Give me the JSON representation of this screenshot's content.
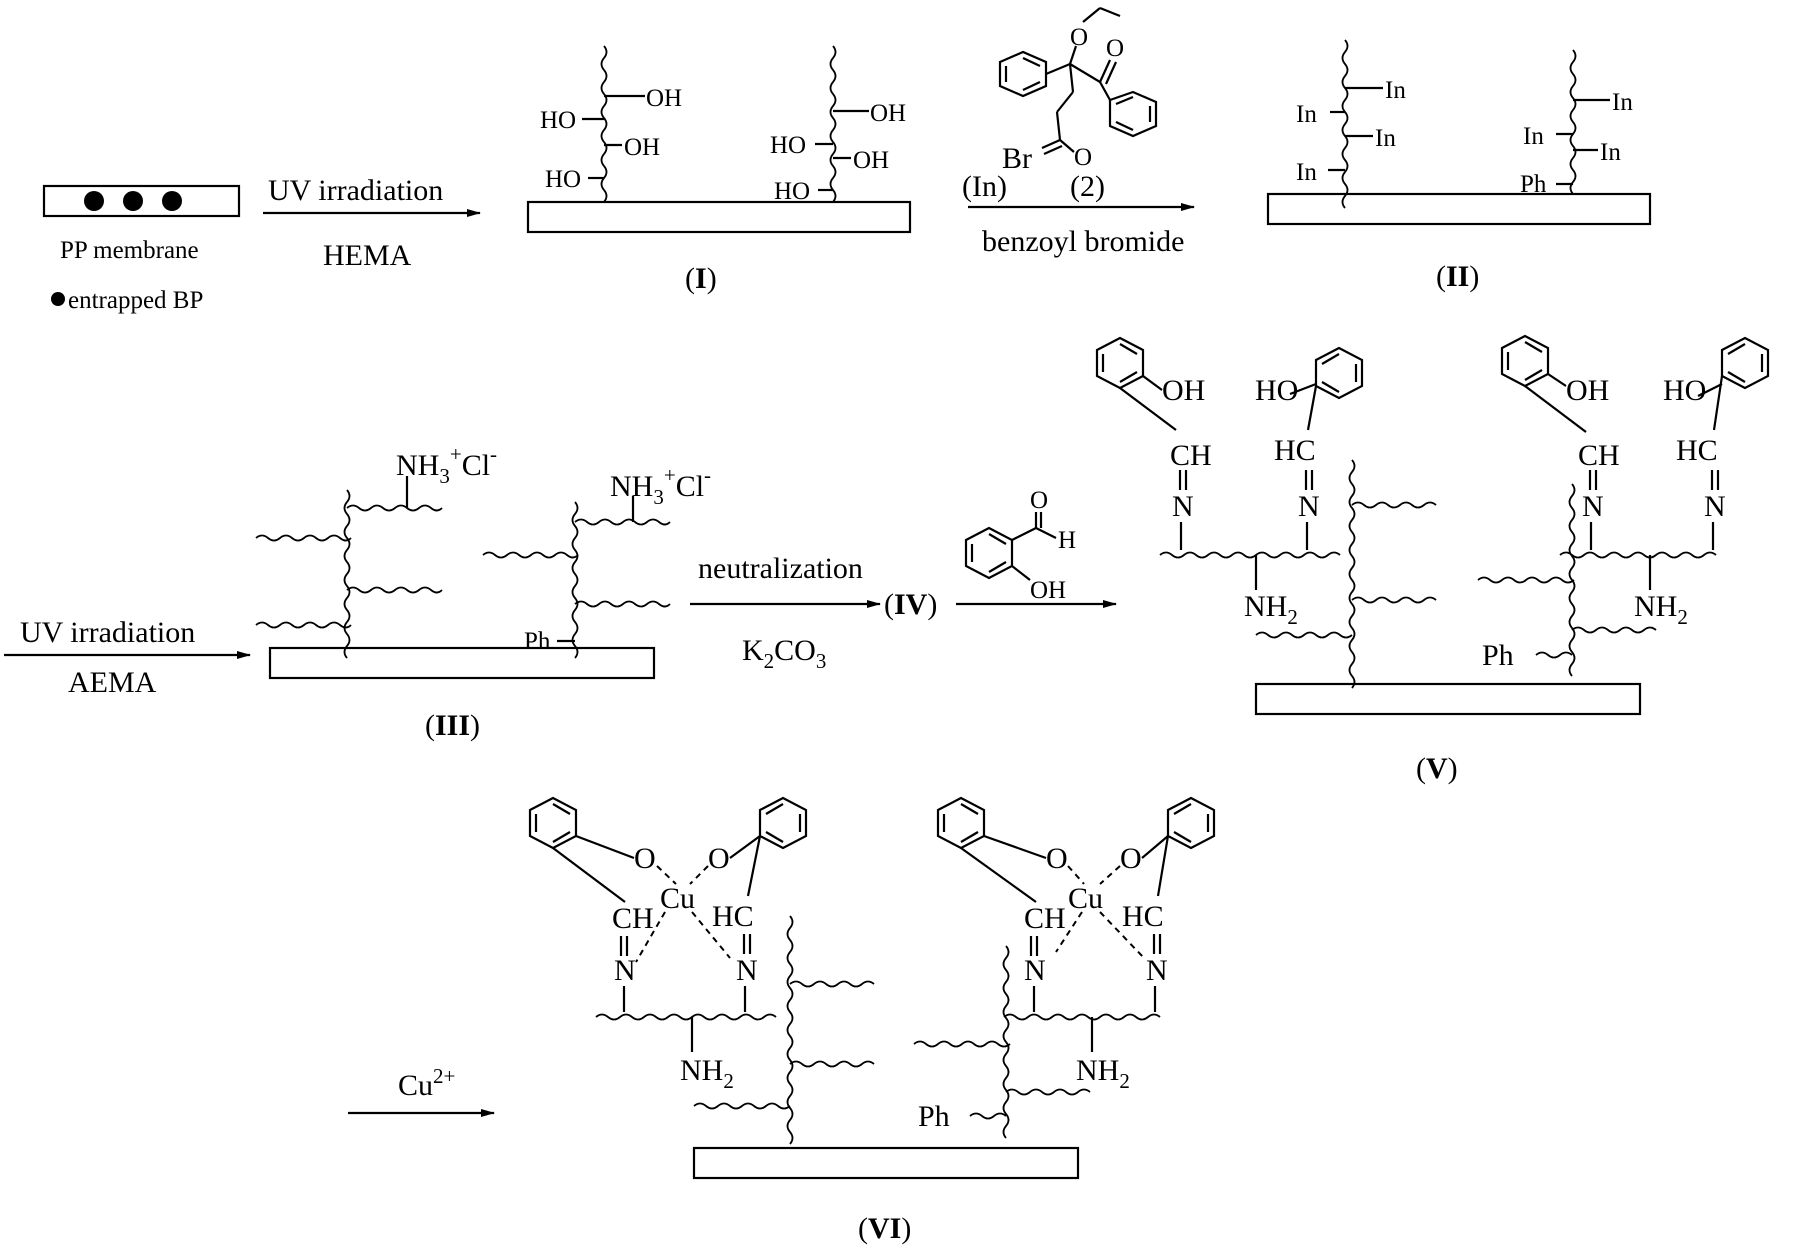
{
  "pp_membrane_label": "PP membrane",
  "entrapped_bp_label": "entrapped BP",
  "step1": {
    "above": "UV irradiation",
    "below": "HEMA"
  },
  "step2": {
    "reagent_in": "(In)",
    "reagent_2": "(2)",
    "below": "benzoyl bromide",
    "br": "Br",
    "o": "O"
  },
  "step3": {
    "above": "UV irradiation",
    "below": "AEMA"
  },
  "step4": {
    "above": "neutralization",
    "below_k": "K",
    "below_k_sub": "2",
    "below_co": "CO",
    "below_co_sub": "3"
  },
  "step5": {
    "reagent_h": "H",
    "reagent_o": "O",
    "reagent_oh": "OH"
  },
  "step6": {
    "reagent": "Cu",
    "reagent_sup": "2+"
  },
  "compounds": {
    "I": "I",
    "II": "II",
    "III": "III",
    "IV": "IV",
    "V": "V",
    "VI": "VI"
  },
  "groups": {
    "oh": "OH",
    "ho": "HO",
    "in": "In",
    "ph": "Ph",
    "nh3": "NH",
    "nh3_sub": "3",
    "nh3_sup": "+",
    "cl": "Cl",
    "cl_sup": "-",
    "nh2": "NH",
    "nh2_sub": "2",
    "ch": "CH",
    "hc": "HC",
    "n": "N",
    "o": "O",
    "cu": "Cu"
  }
}
